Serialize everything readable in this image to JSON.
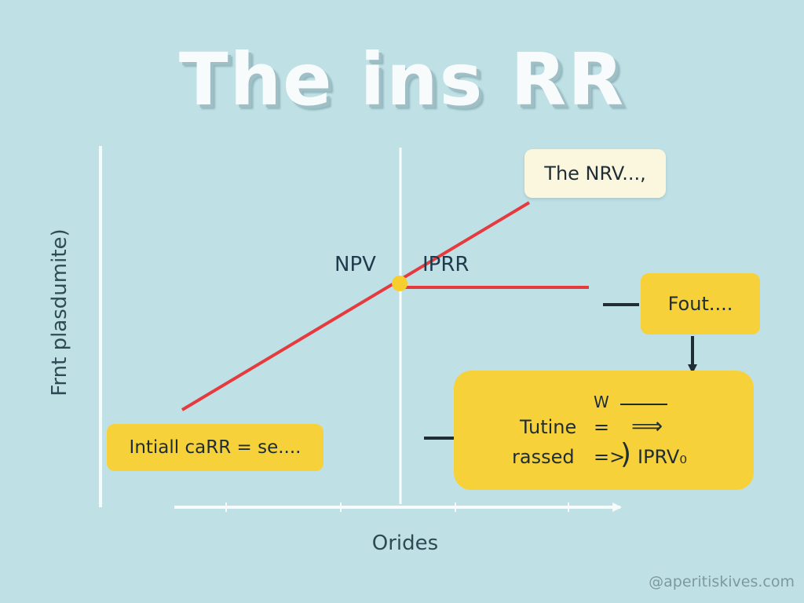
{
  "title": "The ins RR",
  "axes": {
    "y_label": "Frnt plasdumite)",
    "x_label": "Orides"
  },
  "labels": {
    "npv": "NPV",
    "iprr": "IPRR"
  },
  "callout": {
    "text": "The NRV...,"
  },
  "fout_box": {
    "text": "Fout...."
  },
  "initial_box": {
    "text": "Intiall caRR = se...."
  },
  "result_box": {
    "w_label": "W",
    "row1_left": "Tutine",
    "row1_op": "=",
    "row1_arrow": "⟹",
    "row2_left": "rassed",
    "row2_op": "=>",
    "row2_paren": ")",
    "row2_right": "IPRV₀"
  },
  "watermark": "@aperitiskives.com",
  "colors": {
    "background": "#bfe1e6",
    "line": "#e53b3f",
    "node": "#f6cf2e",
    "box": "#f6d13a",
    "axis": "#f8fbfb",
    "arrow": "#1f2d35"
  }
}
